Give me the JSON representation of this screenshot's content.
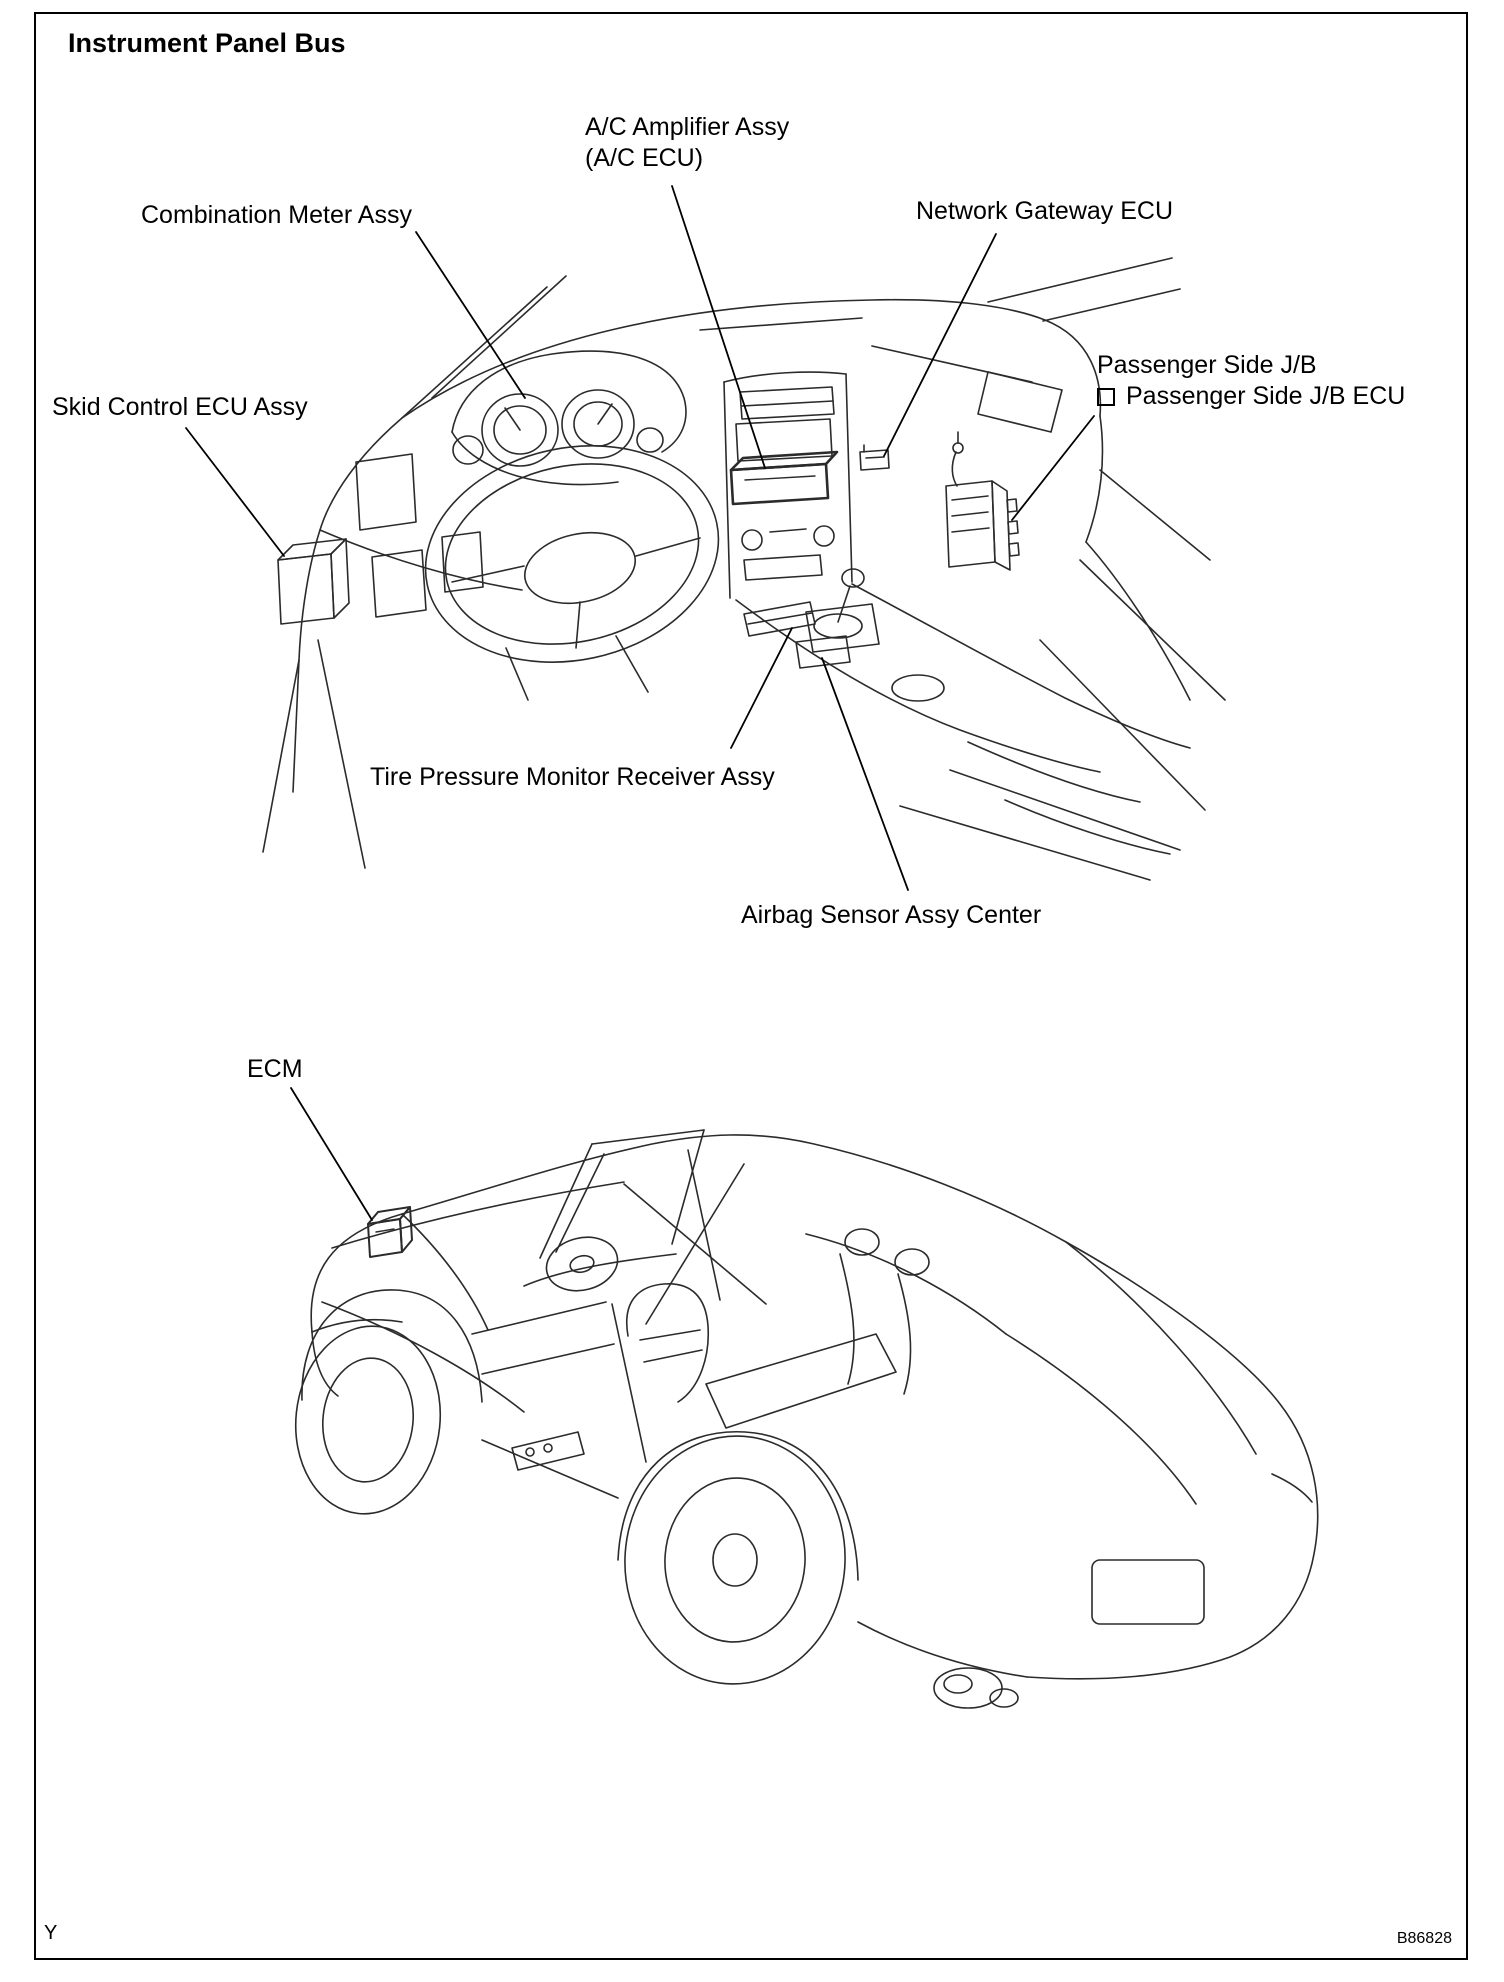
{
  "page": {
    "title": "Instrument Panel Bus",
    "footer_left": "Y",
    "footer_right": "B86828"
  },
  "labels": {
    "ac_amplifier": {
      "line1": "A/C Amplifier Assy",
      "line2": "(A/C ECU)"
    },
    "combination_meter": "Combination Meter Assy",
    "network_gateway": "Network Gateway ECU",
    "passenger_jb": {
      "line1": "Passenger Side J/B",
      "line2": "Passenger Side J/B ECU"
    },
    "skid_control": "Skid Control ECU Assy",
    "tire_pressure": "Tire Pressure Monitor Receiver Assy",
    "airbag_sensor": "Airbag Sensor Assy Center",
    "ecm": "ECM"
  },
  "colors": {
    "ink": "#000000",
    "line_art": "#2b2b2b",
    "background": "#ffffff"
  }
}
